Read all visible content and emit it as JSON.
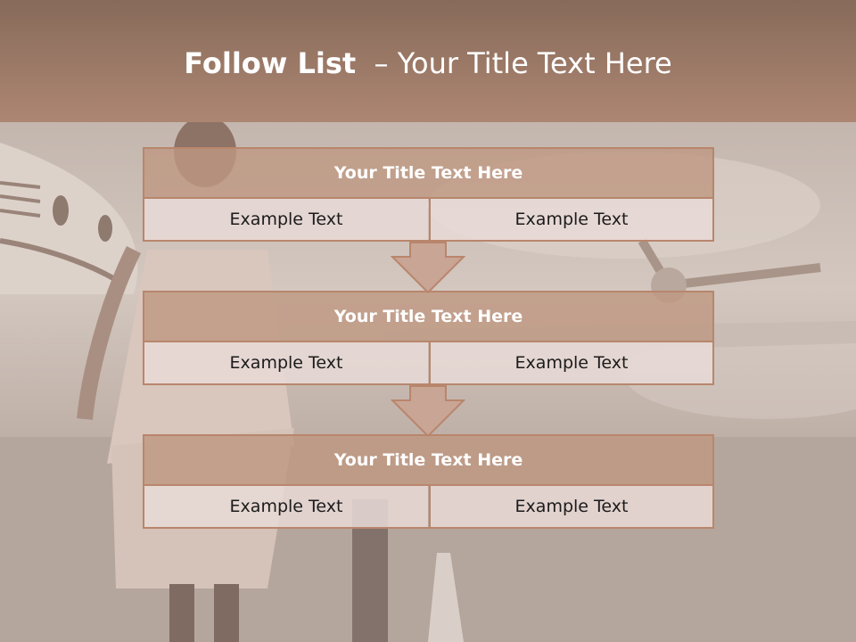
{
  "slide": {
    "title_bold": "Follow List",
    "title_separator": "–",
    "title_rest": "Your Title Text Here"
  },
  "blocks": [
    {
      "title": "Your Title Text Here",
      "left_text": "Example Text",
      "right_text": "Example Text"
    },
    {
      "title": "Your Title Text Here",
      "left_text": "Example Text",
      "right_text": "Example Text"
    },
    {
      "title": "Your Title Text Here",
      "left_text": "Example Text",
      "right_text": "Example Text"
    }
  ],
  "colors": {
    "header_top": "#876a5a",
    "header_bottom": "#ad8672",
    "block_border": "#b8866c",
    "block_title_bg": "#be9882",
    "cell_bg": "#e8dad6",
    "arrow_fill": "#c9a596"
  },
  "background": {
    "icon": "airplane-photo-background"
  }
}
